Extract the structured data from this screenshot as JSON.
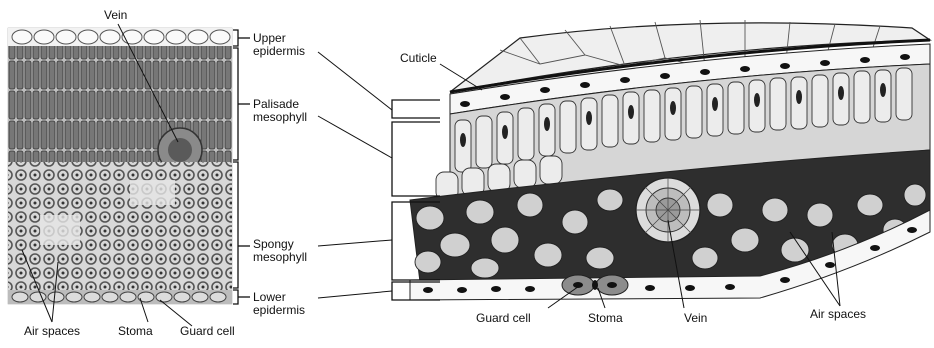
{
  "labels": {
    "vein_top": "Vein",
    "upper_epidermis_1": "Upper",
    "upper_epidermis_2": "epidermis",
    "palisade_1": "Palisade",
    "palisade_2": "mesophyll",
    "spongy_1": "Spongy",
    "spongy_2": "mesophyll",
    "lower_1": "Lower",
    "lower_2": "epidermis",
    "air_spaces_left": "Air spaces",
    "stoma_left": "Stoma",
    "guard_cell_left": "Guard cell",
    "cuticle": "Cuticle",
    "guard_cell_right": "Guard cell",
    "stoma_right": "Stoma",
    "vein_right": "Vein",
    "air_spaces_right": "Air spaces"
  }
}
